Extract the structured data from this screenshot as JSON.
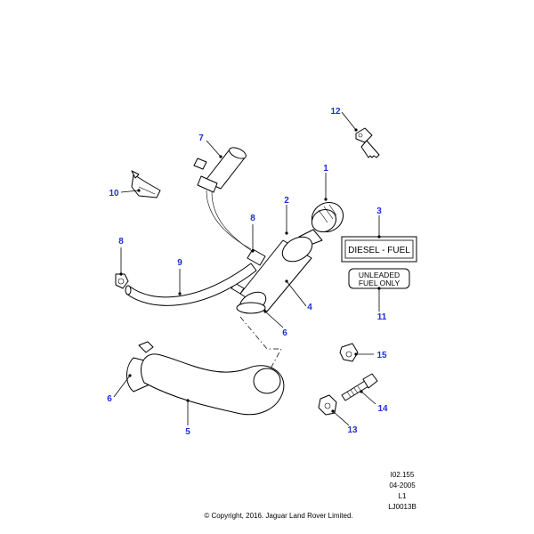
{
  "callouts": {
    "c1": "1",
    "c2": "2",
    "c3": "3",
    "c4": "4",
    "c5": "5",
    "c6a": "6",
    "c6b": "6",
    "c7": "7",
    "c8a": "8",
    "c8b": "8",
    "c9": "9",
    "c10": "10",
    "c11": "11",
    "c12": "12",
    "c13": "13",
    "c14": "14",
    "c15": "15"
  },
  "labels": {
    "diesel": "DIESEL - FUEL",
    "unleaded_line1": "UNLEADED",
    "unleaded_line2": "FUEL ONLY"
  },
  "footer": {
    "ref": "I02.155",
    "date": "04-2005",
    "level": "L1",
    "code": "LJ0013B",
    "copyright": "© Copyright, 2016. Jaguar Land Rover Limited."
  },
  "colors": {
    "callout": "#1a2fd4",
    "line": "#000000"
  }
}
